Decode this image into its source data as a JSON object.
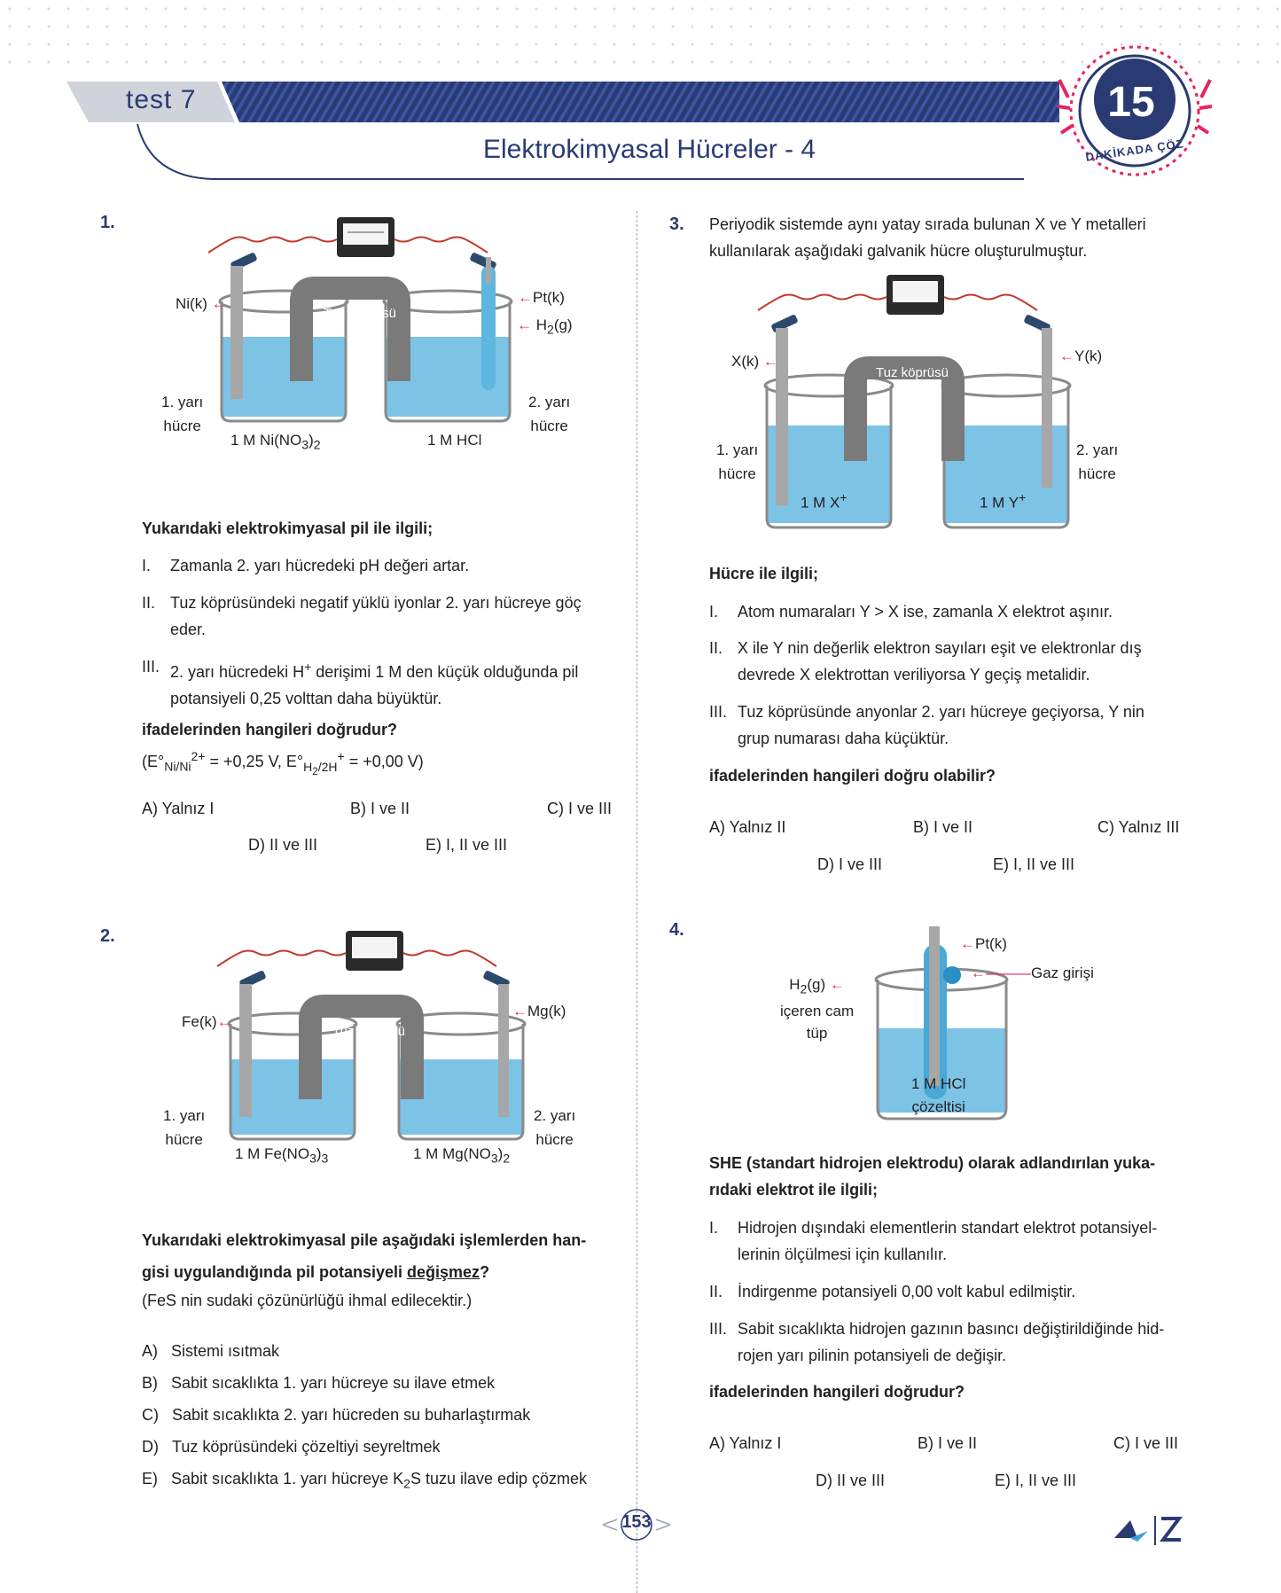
{
  "header": {
    "test_label": "test 7",
    "title": "Elektrokimyasal Hücreler - 4",
    "badge_number": "15",
    "badge_subtitle": "DAKİKADA ÇÖZ",
    "colors": {
      "primary": "#2a3a73",
      "accent": "#e8245c"
    }
  },
  "q1": {
    "number": "1.",
    "diagram": {
      "left_electrode": "Ni(k)",
      "right_electrode": "Pt(k)",
      "gas": "H",
      "gas_sub": "2",
      "gas_state": "(g)",
      "salt_bridge": "Tuz köprüsü",
      "left_half_a": "1. yarı",
      "left_half_b": "hücre",
      "right_half_a": "2. yarı",
      "right_half_b": "hücre",
      "left_solution_a": "1 M Ni(NO",
      "left_solution_sub1": "3",
      "left_solution_b": ")",
      "left_solution_sub2": "2",
      "right_solution": "1 M HCl"
    },
    "intro": "Yukarıdaki elektrokimyasal pil ile ilgili;",
    "items": [
      {
        "roman": "I.",
        "line1": "Zamanla 2. yarı hücredeki pH değeri artar.",
        "line2": ""
      },
      {
        "roman": "II.",
        "line1": "Tuz köprüsündeki negatif yüklü iyonlar 2. yarı hücreye göç",
        "line2": "eder."
      },
      {
        "roman": "III.",
        "line1a": "2. yarı hücredeki H",
        "line1sup": "+",
        "line1b": " derişimi 1 M den küçük olduğunda pil",
        "line2": "potansiyeli 0,25 volttan daha büyüktür."
      }
    ],
    "question": "ifadelerinden hangileri doğrudur?",
    "given": {
      "p1": "(E°",
      "s1": "Ni/Ni",
      "sup1": "2+",
      "p2": " = +0,25 V, E°",
      "s2": "H",
      "s2sub": "2",
      "s2b": "/2H",
      "sup2": "+",
      "p3": " = +0,00 V)"
    },
    "options": {
      "A": "A) Yalnız I",
      "B": "B) I ve II",
      "C": "C) I ve III",
      "D": "D) II ve III",
      "E": "E) I, II ve III"
    }
  },
  "q2": {
    "number": "2.",
    "diagram": {
      "left_electrode": "Fe(k)",
      "right_electrode": "Mg(k)",
      "salt_bridge": "Tuz köprüsü",
      "left_half_a": "1. yarı",
      "left_half_b": "hücre",
      "right_half_a": "2. yarı",
      "right_half_b": "hücre",
      "left_solution_a": "1 M Fe(NO",
      "left_solution_sub1": "3",
      "left_solution_b": ")",
      "left_solution_sub2": "3",
      "right_solution_a": "1 M Mg(NO",
      "right_solution_sub1": "3",
      "right_solution_b": ")",
      "right_solution_sub2": "2"
    },
    "stem_line1": "Yukarıdaki elektrokimyasal pile aşağıdaki işlemlerden han-",
    "stem_line2a": "gisi uygulandığında pil potansiyeli ",
    "stem_line2u": "değişmez",
    "stem_line2b": "?",
    "note": "(FeS nin sudaki çözünürlüğü ihmal edilecektir.)",
    "options": [
      {
        "letter": "A)",
        "text": "Sistemi ısıtmak"
      },
      {
        "letter": "B)",
        "text": "Sabit sıcaklıkta 1. yarı hücreye su ilave etmek"
      },
      {
        "letter": "C)",
        "text": "Sabit sıcaklıkta 2. yarı hücreden su buharlaştırmak"
      },
      {
        "letter": "D)",
        "text": "Tuz köprüsündeki çözeltiyi seyreltmek"
      }
    ],
    "option_e": {
      "letter": "E)",
      "a": "Sabit sıcaklıkta 1. yarı hücreye K",
      "sub": "2",
      "b": "S tuzu ilave edip çözmek"
    }
  },
  "q3": {
    "number": "3.",
    "stem_line1": "Periyodik sistemde aynı yatay sırada bulunan X ve Y metalleri",
    "stem_line2": "kullanılarak aşağıdaki galvanik hücre oluşturulmuştur.",
    "diagram": {
      "left_electrode": "X(k)",
      "right_electrode": "Y(k)",
      "salt_bridge": "Tuz köprüsü",
      "left_half_a": "1. yarı",
      "left_half_b": "hücre",
      "right_half_a": "2. yarı",
      "right_half_b": "hücre",
      "left_solution": "1 M X",
      "left_sup": "+",
      "right_solution": "1 M Y",
      "right_sup": "+"
    },
    "intro": "Hücre ile ilgili;",
    "items": [
      {
        "roman": "I.",
        "line1": "Atom numaraları Y > X ise, zamanla X elektrot aşınır.",
        "line2": ""
      },
      {
        "roman": "II.",
        "line1": "X ile Y nin değerlik elektron sayıları eşit ve elektronlar dış",
        "line2": "devrede X elektrottan veriliyorsa Y geçiş metalidir."
      },
      {
        "roman": "III.",
        "line1": "Tuz köprüsünde anyonlar 2. yarı hücreye geçiyorsa, Y nin",
        "line2": "grup numarası daha küçüktür."
      }
    ],
    "question": "ifadelerinden hangileri doğru olabilir?",
    "options": {
      "A": "A) Yalnız II",
      "B": "B) I ve II",
      "C": "C) Yalnız III",
      "D": "D) I ve III",
      "E": "E) I, II ve III"
    }
  },
  "q4": {
    "number": "4.",
    "diagram": {
      "pt": "Pt(k)",
      "gas_inlet": "Gaz girişi",
      "tube_a": "H",
      "tube_sub": "2",
      "tube_b": "(g)",
      "tube_line2": "içeren cam",
      "tube_line3": "tüp",
      "solution_line1": "1 M HCl",
      "solution_line2": "çözeltisi"
    },
    "stem_line1": "SHE (standart hidrojen elektrodu) olarak adlandırılan yuka-",
    "stem_line2": "rıdaki elektrot ile ilgili;",
    "items": [
      {
        "roman": "I.",
        "line1": "Hidrojen dışındaki elementlerin standart elektrot potansiyel-",
        "line2": "lerinin ölçülmesi için kullanılır."
      },
      {
        "roman": "II.",
        "line1": "İndirgenme potansiyeli 0,00 volt kabul edilmiştir.",
        "line2": ""
      },
      {
        "roman": "III.",
        "line1": "Sabit sıcaklıkta hidrojen gazının basıncı değiştirildiğinde hid-",
        "line2": "rojen yarı pilinin potansiyeli de değişir."
      }
    ],
    "question": "ifadelerinden hangileri doğrudur?",
    "options": {
      "A": "A) Yalnız I",
      "B": "B) I ve II",
      "C": "C) I ve III",
      "D": "D) II ve III",
      "E": "E) I, II ve III"
    }
  },
  "footer": {
    "page_number": "153"
  }
}
